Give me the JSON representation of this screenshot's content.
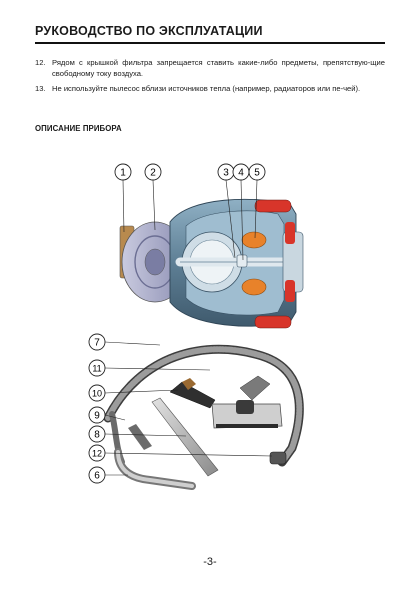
{
  "header": {
    "title": "РУКОВОДСТВО ПО ЭКСПЛУАТАЦИИ"
  },
  "instructions": [
    {
      "number": "12.",
      "text": "Рядом с крышкой фильтра запрещается ставить какие-либо предметы, препятствую-щие свободному току воздуха."
    },
    {
      "number": "13.",
      "text": "Не используйте пылесос вблизи источников тепла (например, радиаторов или пе-чей)."
    }
  ],
  "section": {
    "title": "ОПИСАНИЕ ПРИБОРА"
  },
  "figure": {
    "callouts": [
      "1",
      "2",
      "3",
      "4",
      "5",
      "7",
      "11",
      "10",
      "9",
      "8",
      "12",
      "6"
    ],
    "colors": {
      "body": "#6f8ea3",
      "accent_orange": "#e8822a",
      "accent_red": "#d8352a",
      "bin": "#a7a9c7"
    }
  },
  "footer": {
    "page_number": "-3-"
  }
}
